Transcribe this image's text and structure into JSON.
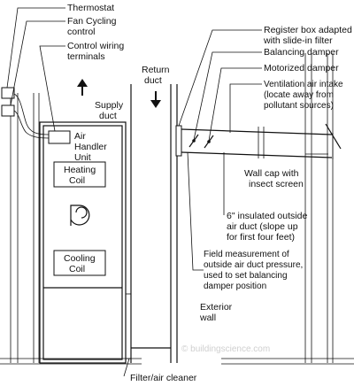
{
  "labels": {
    "thermostat": "Thermostat",
    "fan_cycling_1": "Fan Cycling",
    "fan_cycling_2": "control",
    "control_wiring_1": "Control wiring",
    "control_wiring_2": "terminals",
    "return_duct_1": "Return",
    "return_duct_2": "duct",
    "supply_duct_1": "Supply",
    "supply_duct_2": "duct",
    "air_handler_1": "Air",
    "air_handler_2": "Handler",
    "air_handler_3": "Unit",
    "heating_coil_1": "Heating",
    "heating_coil_2": "Coil",
    "cooling_coil_1": "Cooling",
    "cooling_coil_2": "Coil",
    "register_box_1": "Register box adapted",
    "register_box_2": "with slide-in filter",
    "balancing_damper": "Balancing damper",
    "motorized_damper": "Motorized damper",
    "vent_intake_1": "Ventilation air intake",
    "vent_intake_2": "(locate away from",
    "vent_intake_3": "pollutant sources)",
    "wall_cap_1": "Wall cap with",
    "wall_cap_2": "insect screen",
    "insulated_duct_1": "6\" insulated outside",
    "insulated_duct_2": "air duct (slope up",
    "insulated_duct_3": "for first four feet)",
    "field_meas_1": "Field measurement of",
    "field_meas_2": "outside air duct pressure,",
    "field_meas_3": "used to set balancing",
    "field_meas_4": "damper position",
    "exterior_wall_1": "Exterior",
    "exterior_wall_2": "wall",
    "filter_cleaner": "Filter/air cleaner",
    "watermark": "© buildingscience.com"
  },
  "icons": [
    "up-arrow-icon",
    "down-arrow-icon",
    "blower-fan-icon",
    "damper-icon"
  ]
}
